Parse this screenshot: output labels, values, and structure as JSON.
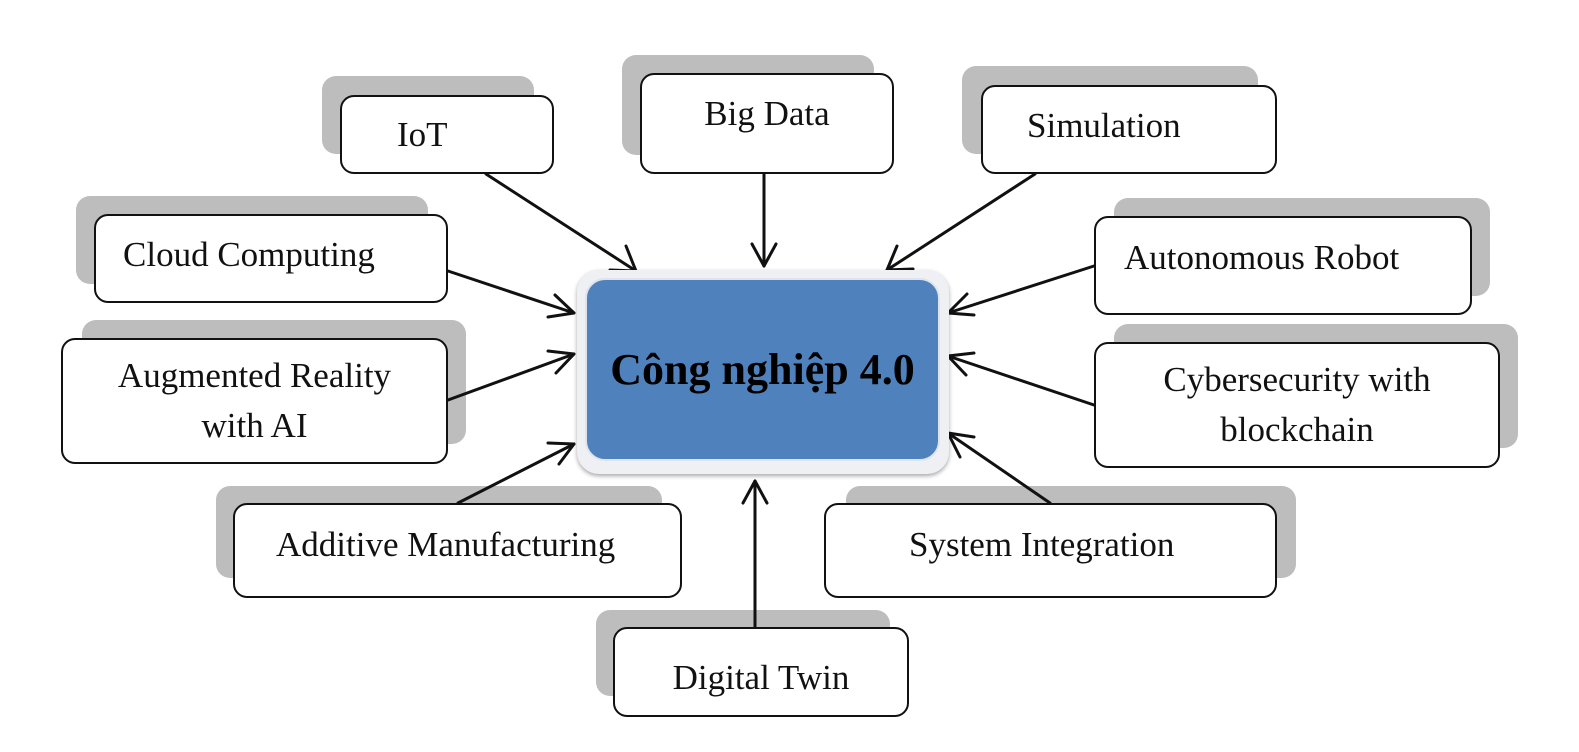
{
  "center": {
    "label": "Công nghiệp 4.0",
    "fill_color": "#4f81bd"
  },
  "nodes": {
    "iot": "IoT",
    "big_data": "Big Data",
    "simulation": "Simulation",
    "cloud_computing": "Cloud Computing",
    "autonomous_robot": "Autonomous Robot",
    "augmented_reality": {
      "line1": "Augmented Reality",
      "line2": "with AI"
    },
    "cybersecurity": {
      "line1": "Cybersecurity with",
      "line2": "blockchain"
    },
    "additive_manufacturing": "Additive Manufacturing",
    "system_integration": "System Integration",
    "digital_twin": "Digital Twin"
  },
  "colors": {
    "shadow": "#bdbdbd",
    "border": "#111111",
    "arrow": "#111111"
  }
}
